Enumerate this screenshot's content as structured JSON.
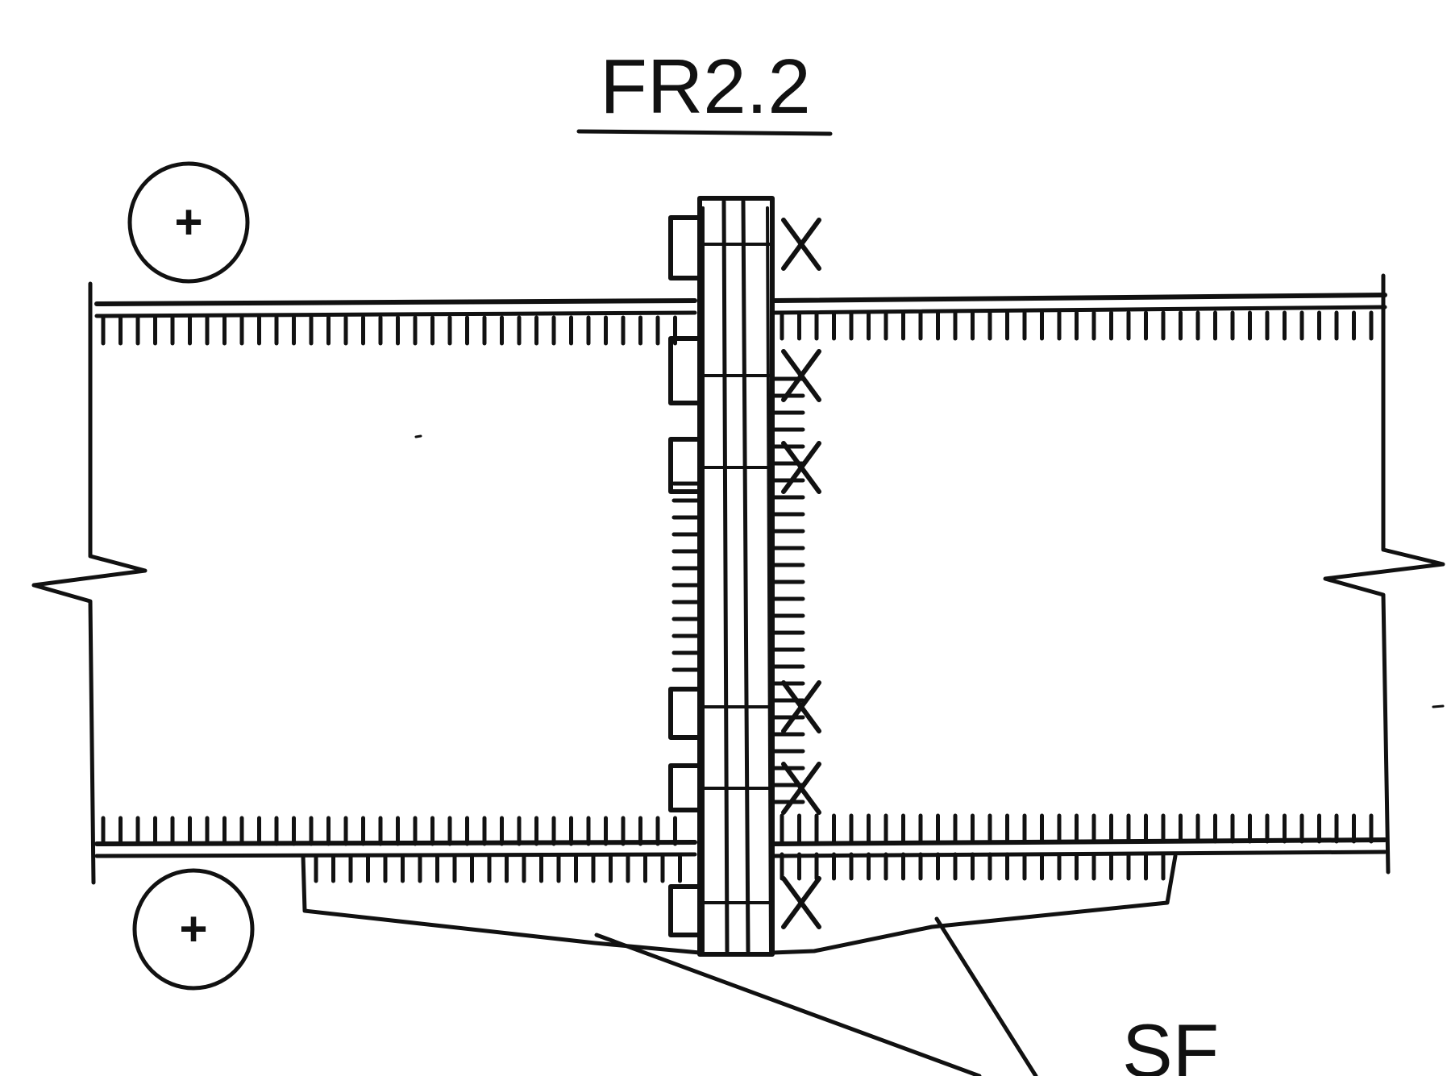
{
  "drawing": {
    "title": "FR2.2",
    "callout_label": "SF",
    "symbols": {
      "top_left_marker": "+",
      "bottom_left_marker": "+"
    },
    "icons": {
      "weld_symbol": "fillet-weld-symbol",
      "bolt_symbol": "x-mark-bolt-symbol",
      "break_symbol": "break-line-symbol"
    },
    "ink_color": "#111111",
    "paper_color": "#ffffff"
  }
}
